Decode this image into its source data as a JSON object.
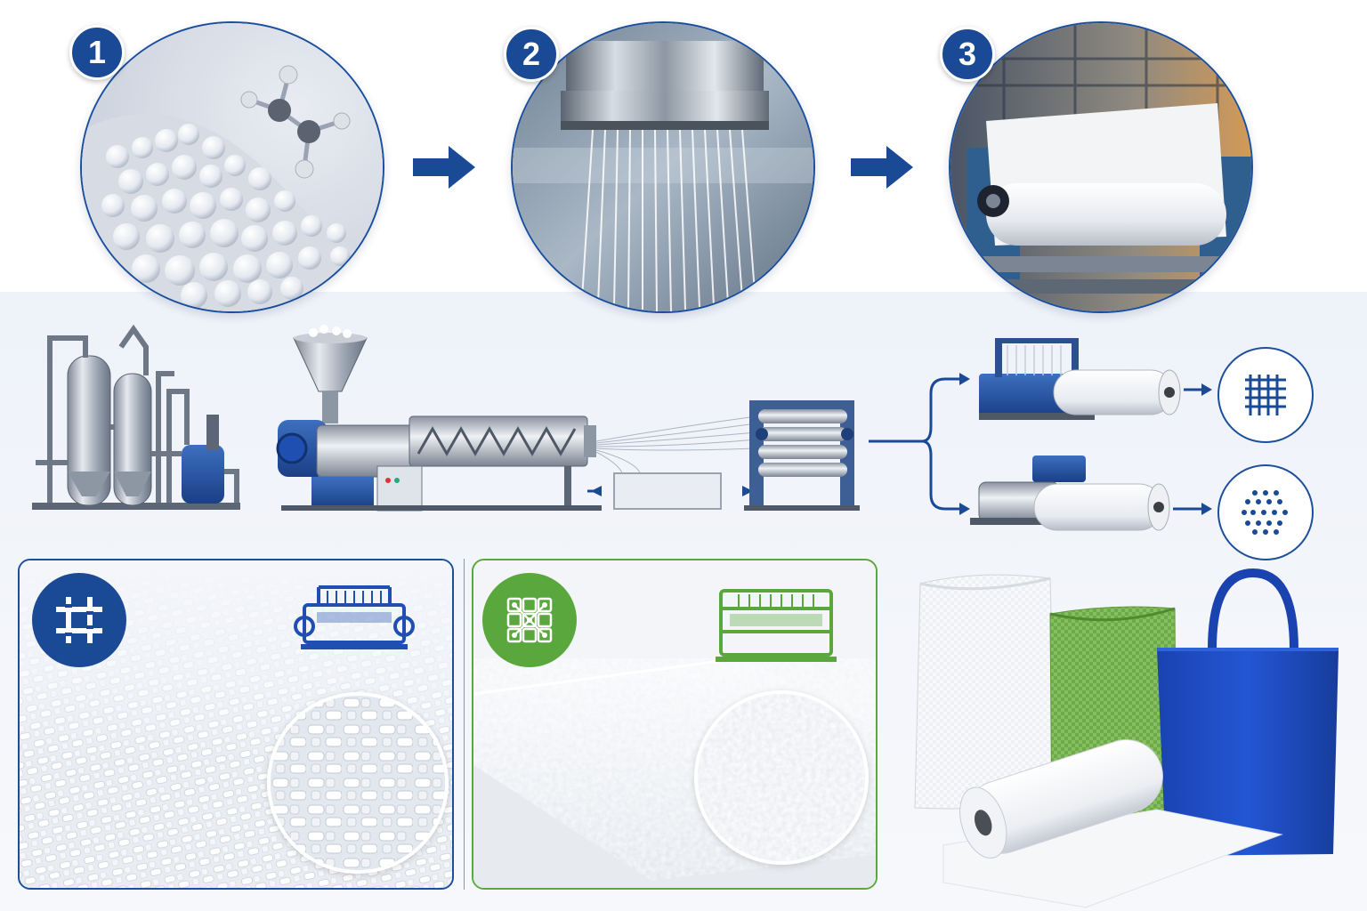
{
  "steps": [
    {
      "number": "1",
      "subject": "polypropylene-pellets"
    },
    {
      "number": "2",
      "subject": "spinneret-extrusion"
    },
    {
      "number": "3",
      "subject": "fabric-roll-machine"
    }
  ],
  "icons": {
    "flow_arrow": "arrow-right-icon",
    "woven_badge": "woven-pattern-icon",
    "nonwoven_badge": "nonwoven-network-icon",
    "woven_grid": "grid-pattern-icon",
    "nonwoven_dots": "dot-pattern-icon"
  },
  "colors": {
    "primary_blue": "#1a4a96",
    "accent_green": "#5aa83d",
    "line_blue": "#1b4f9c",
    "bag_blue": "#1f4fc4",
    "bag_green": "#79b54a"
  }
}
